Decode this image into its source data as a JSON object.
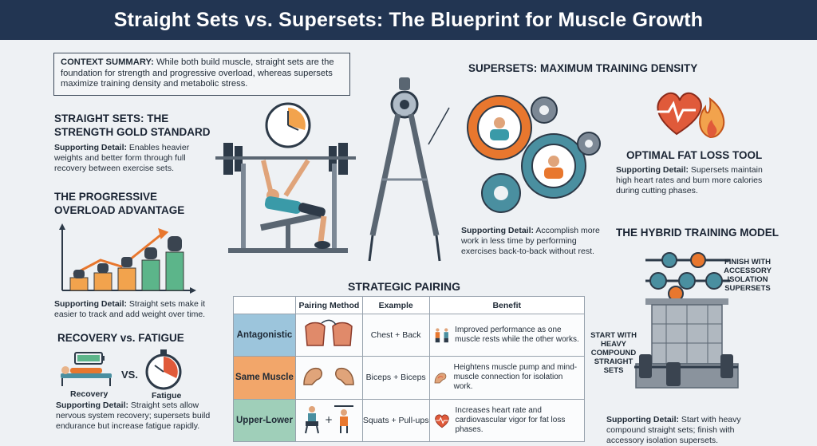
{
  "title": "Straight Sets vs. Supersets: The Blueprint for Muscle Growth",
  "context": {
    "label": "CONTEXT SUMMARY:",
    "text": "While both build muscle, straight sets are the foundation for strength and progressive overload, whereas supersets maximize training density and metabolic stress."
  },
  "straight": {
    "heading_line1": "STRAIGHT SETS: THE",
    "heading_line2": "STRENGTH GOLD STANDARD",
    "label": "Supporting Detail:",
    "text": "Enables heavier weights and better form through full recovery between exercise sets."
  },
  "overload": {
    "heading_line1": "THE PROGRESSIVE",
    "heading_line2": "OVERLOAD ADVANTAGE",
    "label": "Supporting Detail:",
    "text": "Straight sets make it easier to track and add weight over time."
  },
  "recovery": {
    "heading": "RECOVERY vs. FATIGUE",
    "vs": "VS.",
    "recovery_label": "Recovery",
    "fatigue_label": "Fatigue",
    "label": "Supporting Detail:",
    "text": "Straight sets allow nervous system recovery; supersets build endurance but increase fatigue rapidly."
  },
  "supersets": {
    "heading": "SUPERSETS: MAXIMUM TRAINING DENSITY",
    "label": "Supporting Detail:",
    "text": "Accomplish more work in less time by performing exercises back-to-back without rest."
  },
  "fatloss": {
    "heading": "OPTIMAL FAT LOSS TOOL",
    "label": "Supporting Detail:",
    "text": "Supersets maintain high heart rates and burn more calories during cutting phases."
  },
  "hybrid": {
    "heading": "THE HYBRID TRAINING MODEL",
    "finish_label": "FINISH WITH ACCESSORY ISOLATION SUPERSETS",
    "start_label": "START WITH HEAVY COMPOUND STRAIGHT SETS",
    "label": "Supporting Detail:",
    "text": "Start with heavy compound straight sets; finish with accessory isolation supersets."
  },
  "pairing": {
    "heading": "STRATEGIC PAIRING",
    "columns": [
      "Pairing Method",
      "Example",
      "Benefit"
    ],
    "rows": [
      {
        "method": "Antagonistic",
        "example": "Chest + Back",
        "benefit": "Improved performance as one muscle rests while the other works."
      },
      {
        "method": "Same Muscle",
        "example": "Biceps + Biceps",
        "benefit": "Heightens muscle pump and mind-muscle connection for isolation work."
      },
      {
        "method": "Upper-Lower",
        "example": "Squats + Pull-ups",
        "benefit": "Increases heart rate and cardiovascular vigor for fat loss phases."
      }
    ]
  },
  "colors": {
    "header_bg": "#223552",
    "antagonistic": "#9cc5dc",
    "same_muscle": "#f2a66a",
    "upper_lower": "#9fcfb9",
    "accent_orange": "#e8772e",
    "teal": "#4a8fa0"
  }
}
